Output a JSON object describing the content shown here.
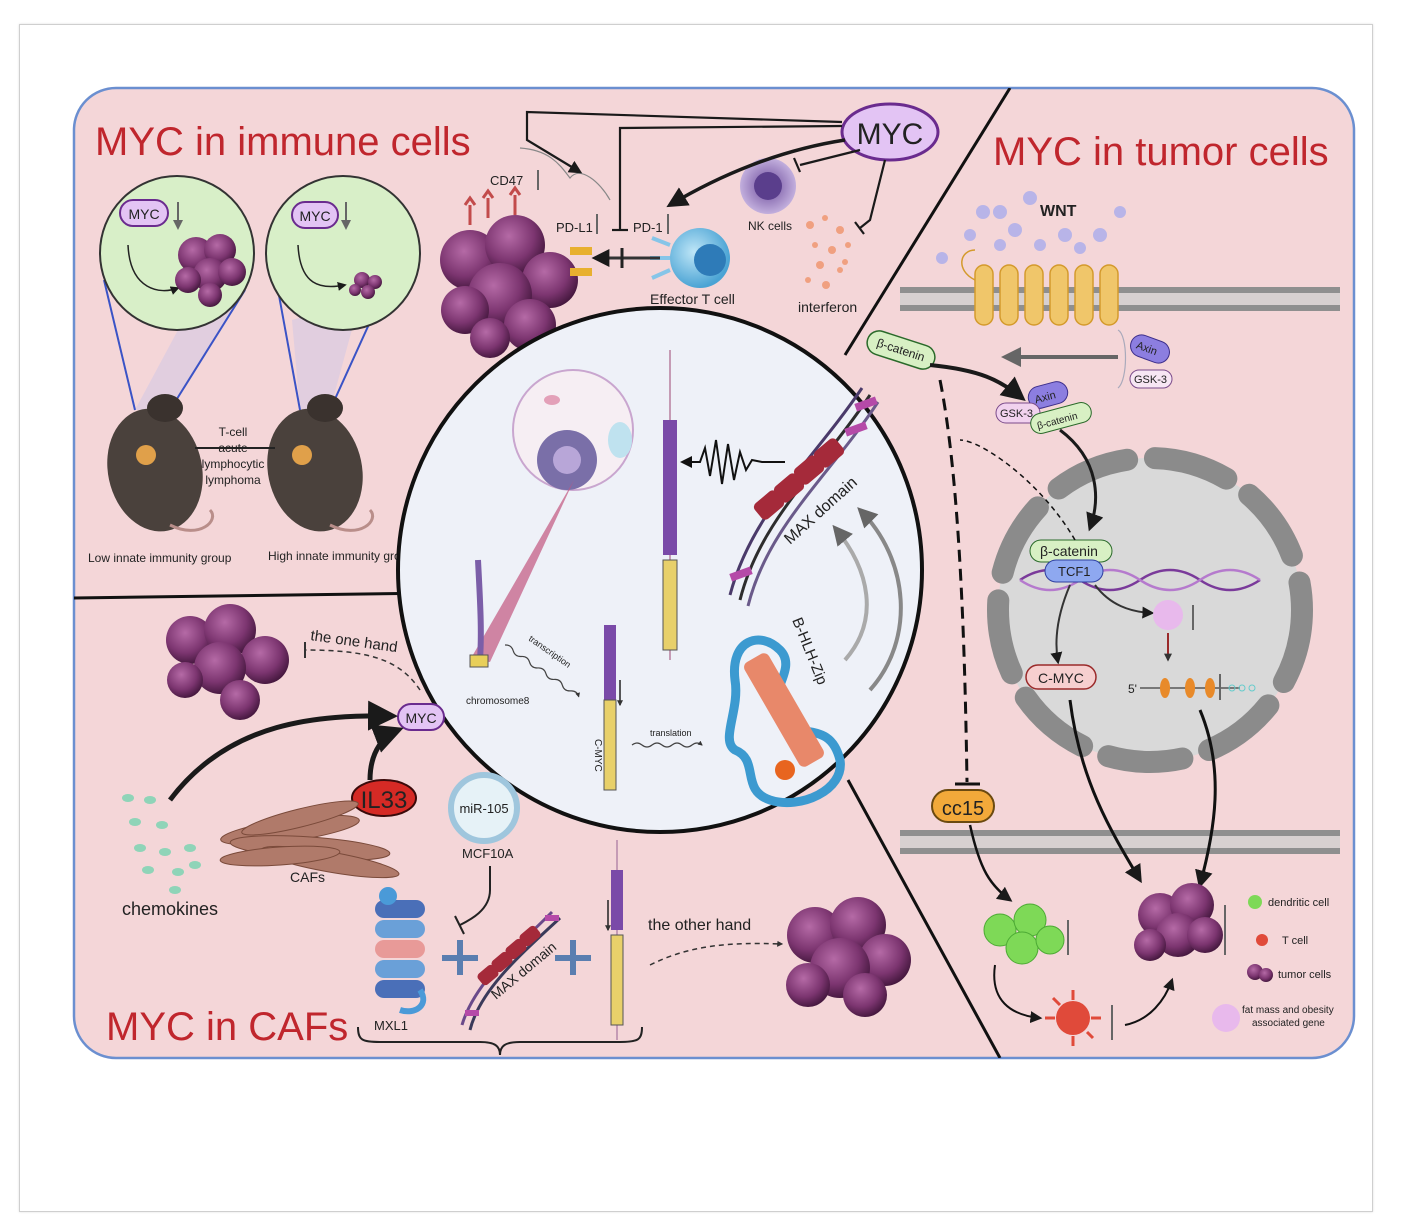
{
  "titles": {
    "immune": "MYC in immune cells",
    "tumor": "MYC in tumor cells",
    "cafs": "MYC in CAFs"
  },
  "immune": {
    "myc": "MYC",
    "myc_small_1": "MYC",
    "myc_small_2": "MYC",
    "cd47": "CD47",
    "pdl1": "PD-L1",
    "pd1": "PD-1",
    "nk": "NK cells",
    "effector": "Effector T cell",
    "interferon": "interferon",
    "lymphoma": [
      "T-cell",
      "acute",
      "lymphocytic",
      "lymphoma"
    ],
    "low_group": "Low innate immunity group",
    "high_group": "High innate immunity group"
  },
  "center": {
    "max_domain": "MAX domain",
    "bhlh": "B-HLH-Zip",
    "chromosome": "chromosome8",
    "transcription": "transcription",
    "translation": "translation",
    "cmyc": "C-MYC"
  },
  "tumor": {
    "wnt": "WNT",
    "bcat1": "β-catenin",
    "axin1": "Axin",
    "gsk1": "GSK-3",
    "axin2": "Axin",
    "gsk2": "GSK-3",
    "bcat2": "β-catenin",
    "bcat3": "β-catenin",
    "tcf1": "TCF1",
    "cmyc": "C-MYC",
    "five": "5'",
    "cc15": "cc15"
  },
  "legend": {
    "dendritic": "dendritic cell",
    "tcell": "T cell",
    "tumor": "tumor cells",
    "fto": [
      "fat mass and obesity",
      "associated gene"
    ]
  },
  "cafs": {
    "one_hand": "the one hand",
    "myc": "MYC",
    "il33": "IL33",
    "mir": "miR-105",
    "mcf": "MCF10A",
    "chemokines": "chemokines",
    "cafs_label": "CAFs",
    "other_hand": "the other hand",
    "max_domain": "MAX domain",
    "mxl1": "MXL1"
  },
  "colors": {
    "panel": "#f4d6d8",
    "panel_border": "#6b8fd0",
    "title": "#c0262d",
    "myc_fill": "#e3c4f4",
    "myc_stroke": "#6a2b8e",
    "tumor_cell": "#8a3f7c",
    "bcat": "#d8f0c4",
    "axin": "#8c7ee0",
    "il33": "#d52a25",
    "cc15": "#f2a93a",
    "center": "#eef1f8"
  }
}
